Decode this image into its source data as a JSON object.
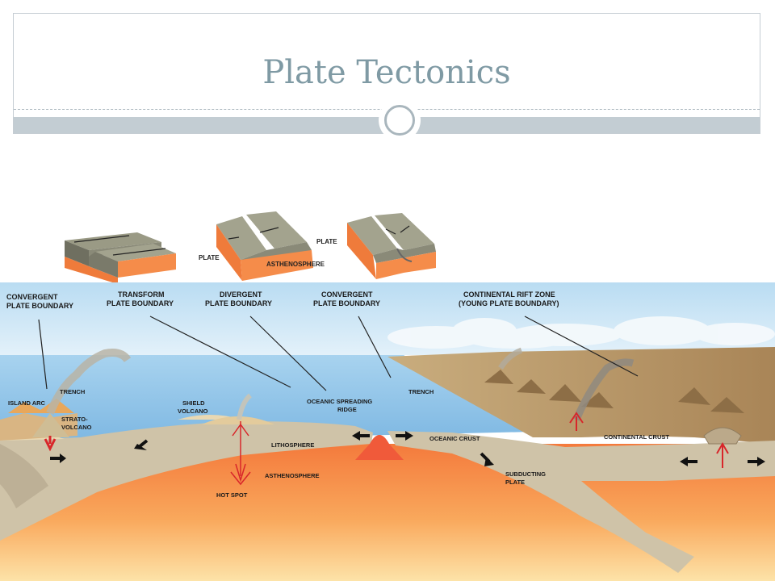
{
  "slide": {
    "title": "Plate Tectonics"
  },
  "blocks": {
    "plate": "PLATE",
    "plate2": "PLATE",
    "asthenosphere": "ASTHENOSPHERE"
  },
  "labels": {
    "convergent_left": [
      "CONVERGENT",
      "PLATE BOUNDARY"
    ],
    "transform": [
      "TRANSFORM",
      "PLATE BOUNDARY"
    ],
    "divergent": [
      "DIVERGENT",
      "PLATE BOUNDARY"
    ],
    "convergent_mid": [
      "CONVERGENT",
      "PLATE BOUNDARY"
    ],
    "rift": [
      "CONTINENTAL RIFT ZONE",
      "(YOUNG PLATE BOUNDARY)"
    ],
    "trench_left": "TRENCH",
    "island_arc": "ISLAND ARC",
    "stratovolcano": [
      "STRATO-",
      "VOLCANO"
    ],
    "shield_volcano": [
      "SHIELD",
      "VOLCANO"
    ],
    "ridge": [
      "OCEANIC SPREADING",
      "RIDGE"
    ],
    "trench_right": "TRENCH",
    "lithosphere": "LITHOSPHERE",
    "oceanic_crust": "OCEANIC CRUST",
    "continental_crust": "CONTINENTAL CRUST",
    "asthenosphere": "ASTHENOSPHERE",
    "hot_spot": "HOT SPOT",
    "subducting": [
      "SUBDUCTING",
      "PLATE"
    ]
  },
  "colors": {
    "sky": "#c9e3f4",
    "ocean": "#8cc2e8",
    "lithosphere": "#cfc3a8",
    "asthenosphere": "#f47a3c",
    "deep_mantle": "#fbd38a",
    "magma": "#e8262a",
    "title": "#7f9aa4"
  }
}
